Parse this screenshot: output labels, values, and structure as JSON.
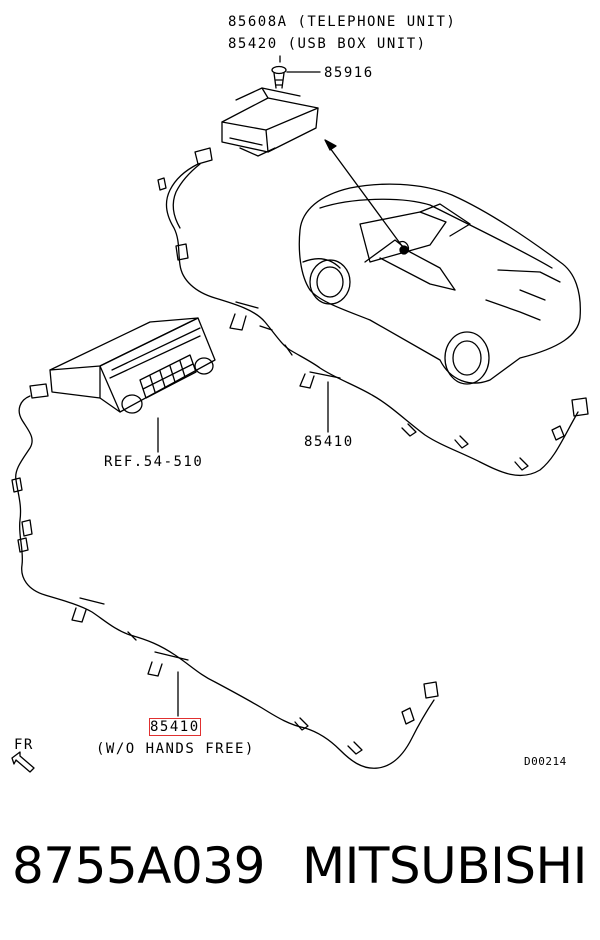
{
  "callouts": {
    "telephone_unit": "85608A (TELEPHONE UNIT)",
    "usb_box_unit": "85420 (USB BOX UNIT)",
    "screw": "85916",
    "harness_upper": "85410",
    "ref_audio": "REF.54-510",
    "harness_lower": "85410",
    "harness_lower_note": "(W/O HANDS FREE)",
    "front_marker": "FR",
    "diagram_code": "D00214"
  },
  "footer": {
    "part_number": "8755A039",
    "brand": "MITSUBISHI"
  },
  "highlight_color": "#e03030"
}
